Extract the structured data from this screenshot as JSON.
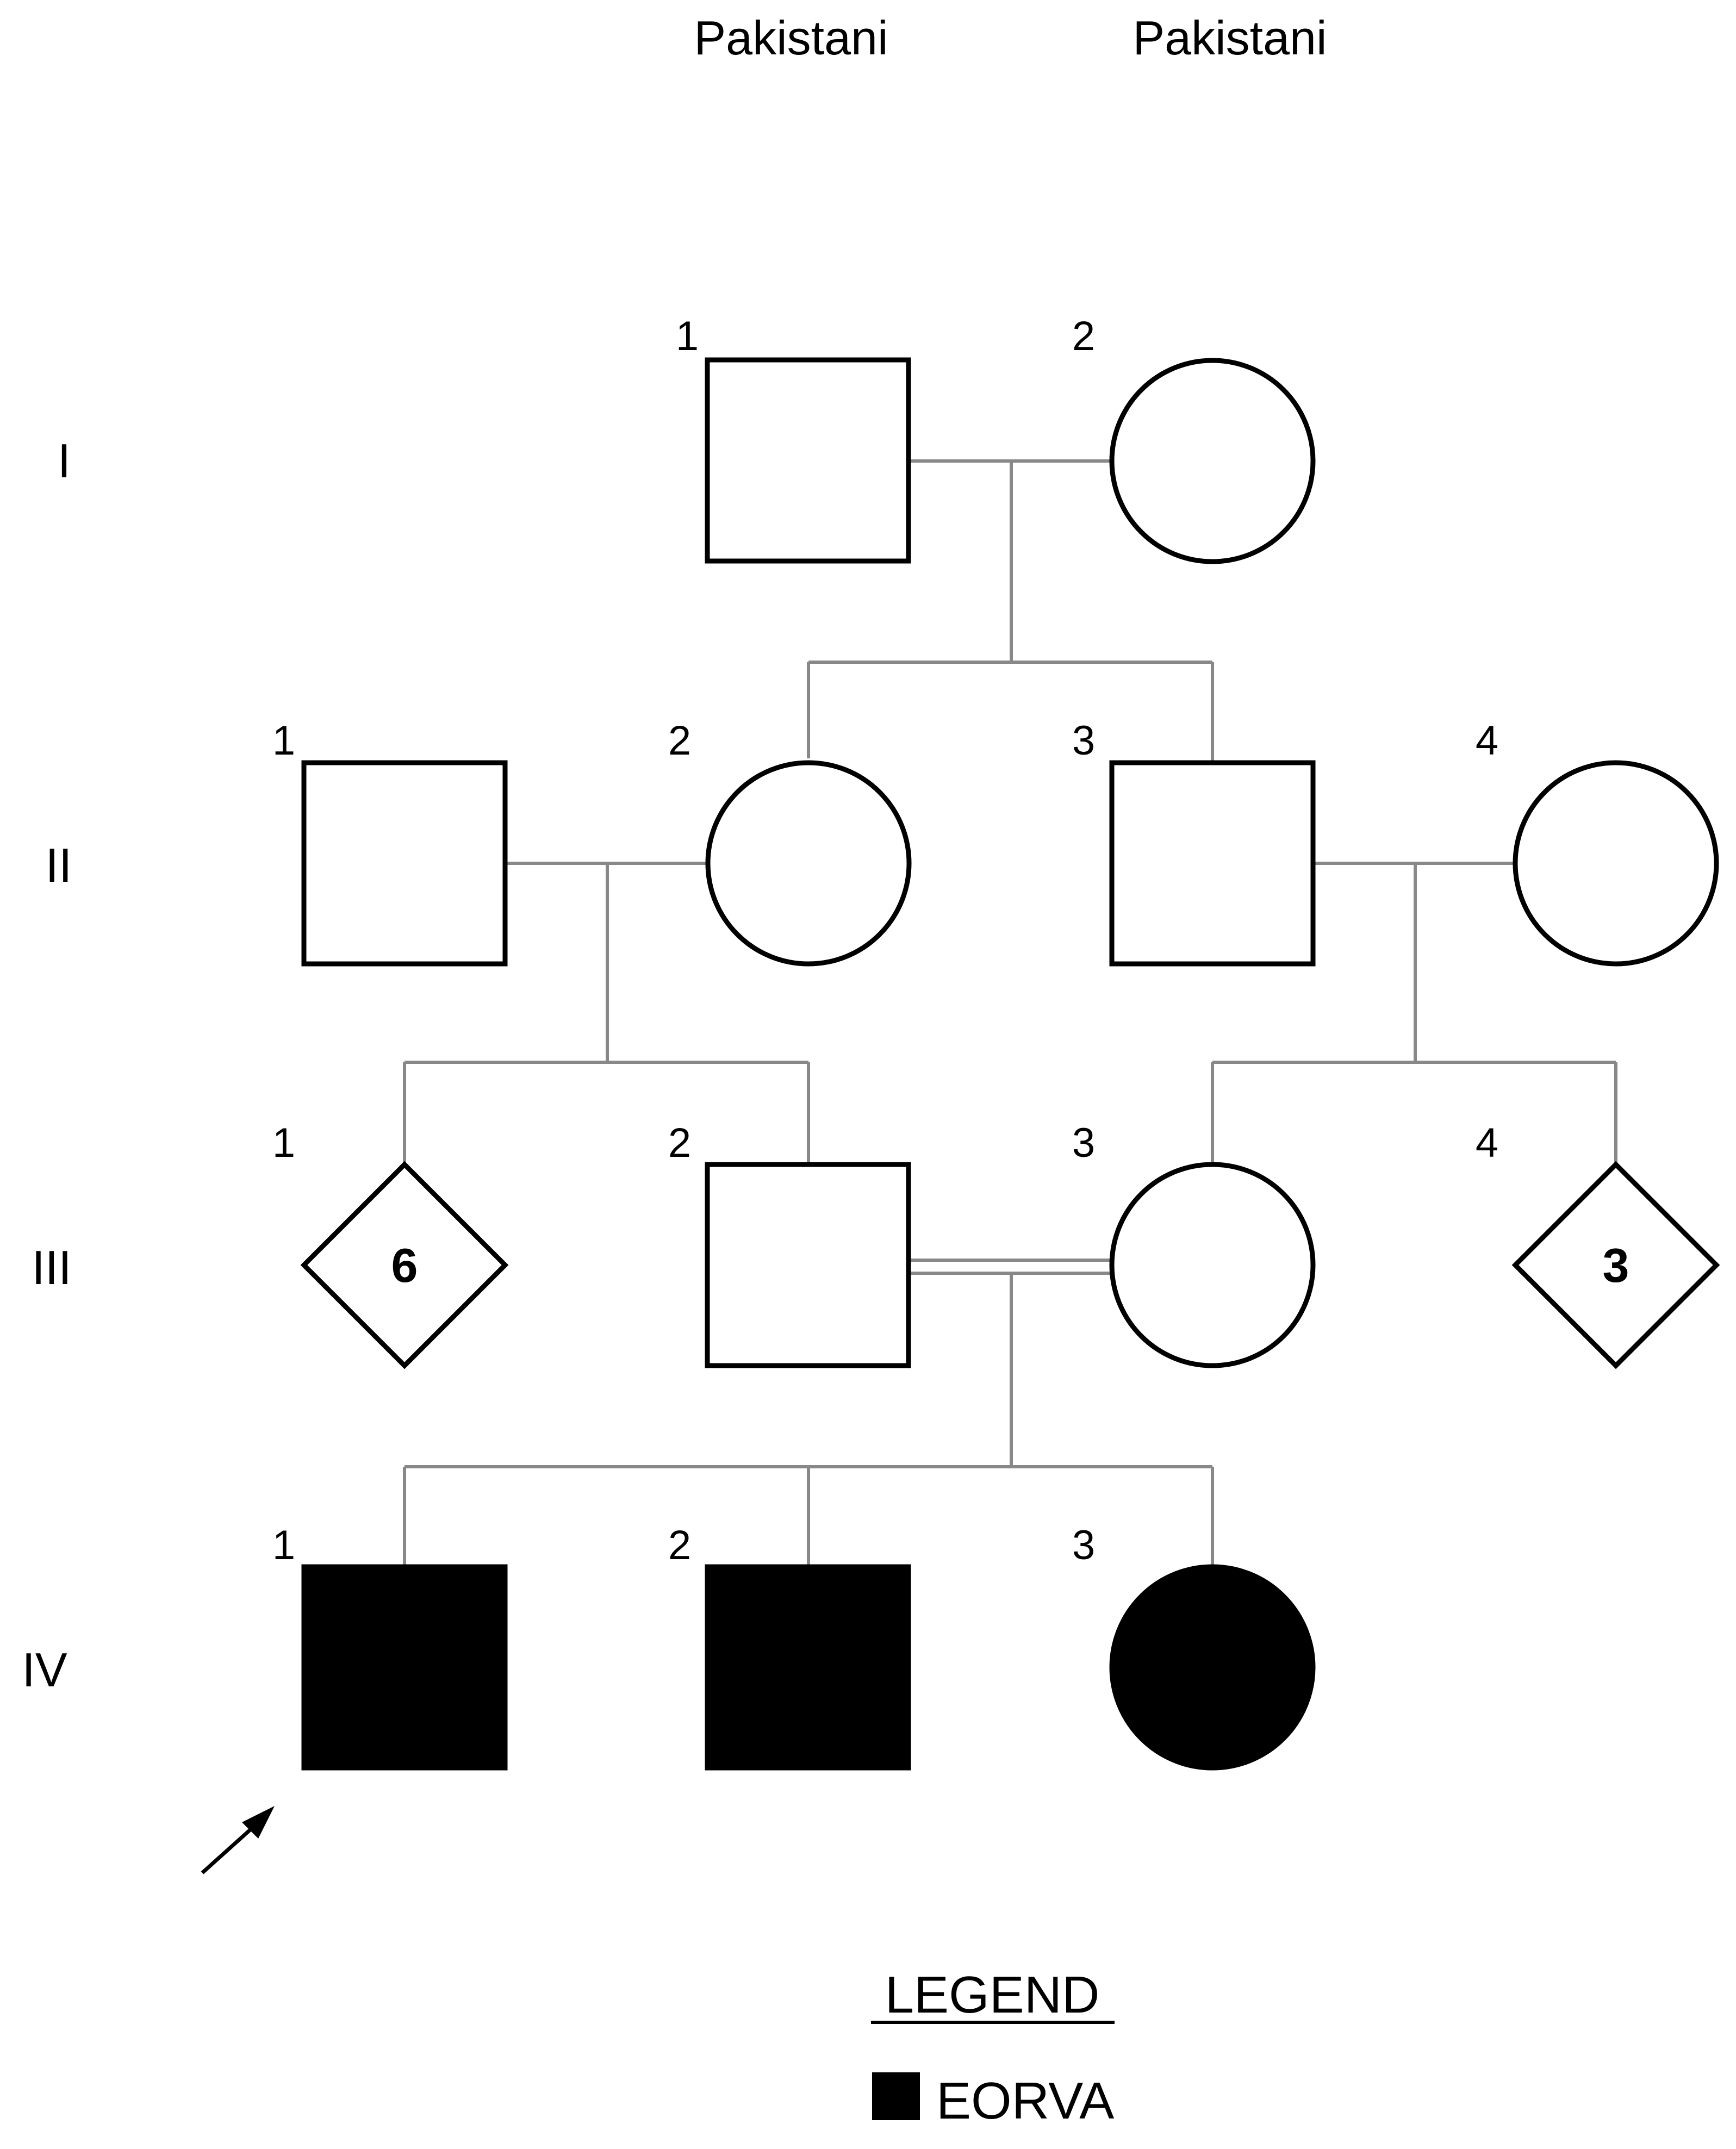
{
  "ethnicity_labels": [
    "Pakistani",
    "Pakistani"
  ],
  "generations": [
    "I",
    "II",
    "III",
    "IV"
  ],
  "individuals": [
    {
      "id": "I-1",
      "generation": "I",
      "number": "1",
      "sex": "male",
      "affected": false
    },
    {
      "id": "I-2",
      "generation": "I",
      "number": "2",
      "sex": "female",
      "affected": false
    },
    {
      "id": "II-1",
      "generation": "II",
      "number": "1",
      "sex": "male",
      "affected": false
    },
    {
      "id": "II-2",
      "generation": "II",
      "number": "2",
      "sex": "female",
      "affected": false
    },
    {
      "id": "II-3",
      "generation": "II",
      "number": "3",
      "sex": "male",
      "affected": false
    },
    {
      "id": "II-4",
      "generation": "II",
      "number": "4",
      "sex": "female",
      "affected": false
    },
    {
      "id": "III-1",
      "generation": "III",
      "number": "1",
      "sex": "unknown",
      "affected": false,
      "count": "6"
    },
    {
      "id": "III-2",
      "generation": "III",
      "number": "2",
      "sex": "male",
      "affected": false
    },
    {
      "id": "III-3",
      "generation": "III",
      "number": "3",
      "sex": "female",
      "affected": false
    },
    {
      "id": "III-4",
      "generation": "III",
      "number": "4",
      "sex": "unknown",
      "affected": false,
      "count": "3"
    },
    {
      "id": "IV-1",
      "generation": "IV",
      "number": "1",
      "sex": "male",
      "affected": true,
      "proband": true
    },
    {
      "id": "IV-2",
      "generation": "IV",
      "number": "2",
      "sex": "male",
      "affected": true
    },
    {
      "id": "IV-3",
      "generation": "IV",
      "number": "3",
      "sex": "female",
      "affected": true
    }
  ],
  "legend": {
    "title": "LEGEND",
    "items": [
      {
        "label": "EORVA",
        "symbol": "filled-square"
      }
    ]
  },
  "colors": {
    "symbol_stroke": "#000000",
    "affected_fill": "#000000",
    "connector": "#888888"
  }
}
